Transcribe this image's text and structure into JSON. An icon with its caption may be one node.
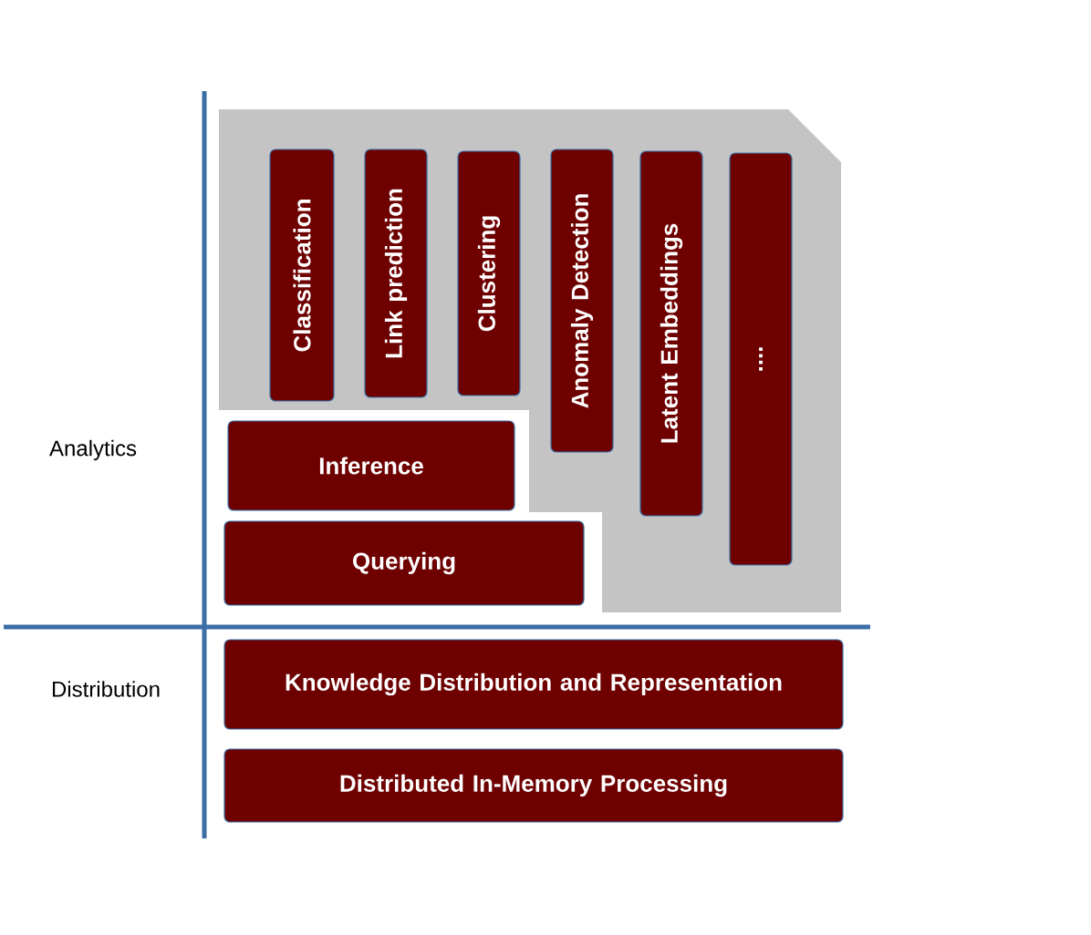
{
  "diagram": {
    "nodes": [
      {
        "text": [
          "Classification"
        ]
      },
      {
        "text": [
          "Link prediction"
        ]
      },
      {
        "text": [
          "Clustering"
        ]
      },
      {
        "text": [
          "Anomaly Detection"
        ]
      },
      {
        "text": [
          "Latent Embeddings"
        ]
      },
      {
        "text": [
          "...."
        ]
      },
      {
        "text": [
          "Inference"
        ]
      },
      {
        "text": [
          "Querying"
        ]
      },
      {
        "text": [
          "Knowledge Distribution and Representation"
        ]
      },
      {
        "text": [
          "Distributed In-Memory Processing"
        ]
      }
    ],
    "labels": [
      "Analytics",
      "Distribution"
    ]
  }
}
